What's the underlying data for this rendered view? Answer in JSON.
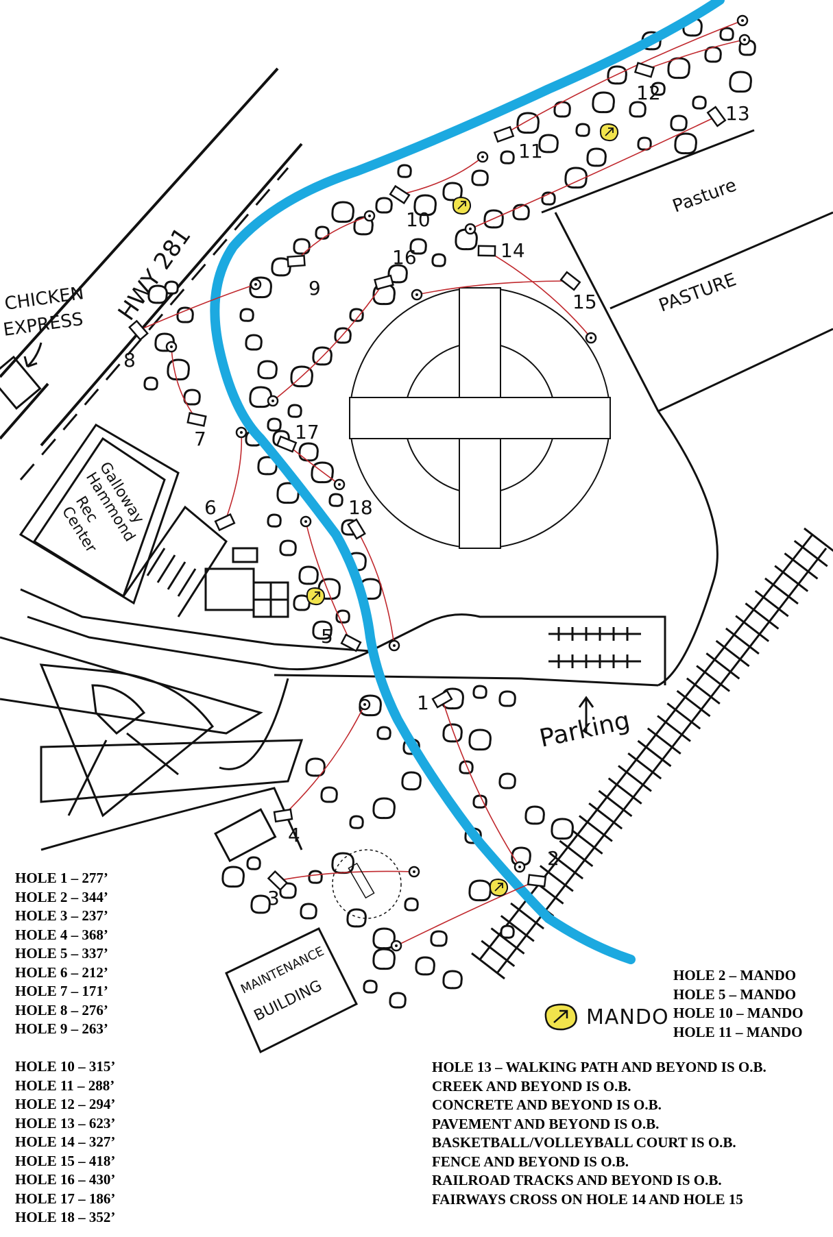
{
  "map": {
    "labels": {
      "highway": "HWY 281",
      "restaurant_line1": "CHICKEN",
      "restaurant_line2": "EXPRESS",
      "rec_center_lines": [
        "Galloway",
        "Hammond",
        "Rec",
        "Center"
      ],
      "pasture_1": "Pasture",
      "pasture_2": "PASTURE",
      "parking": "Parking",
      "maintenance_line1": "MAINTENANCE",
      "maintenance_line2": "BUILDING"
    },
    "hole_numbers": [
      "1",
      "2",
      "3",
      "4",
      "5",
      "6",
      "7",
      "8",
      "9",
      "10",
      "11",
      "12",
      "13",
      "14",
      "15",
      "16",
      "17",
      "18"
    ],
    "colors": {
      "creek": "#1ca9e0",
      "fairway": "#c0282d",
      "mando": "#f1e34c",
      "ink": "#111111"
    }
  },
  "legend": {
    "distances_front": [
      "HOLE 1 – 277’",
      "HOLE 2 – 344’",
      "HOLE 3 – 237’",
      "HOLE 4 – 368’",
      "HOLE 5 – 337’",
      "HOLE 6 – 212’",
      "HOLE 7 – 171’",
      "HOLE 8 – 276’",
      "HOLE 9 – 263’"
    ],
    "distances_back": [
      "HOLE 10 – 315’",
      "HOLE 11 – 288’",
      "HOLE 12 – 294’",
      "HOLE 13 – 623’",
      "HOLE 14 – 327’",
      "HOLE 15 – 418’",
      "HOLE 16 – 430’",
      "HOLE 17 – 186’",
      "HOLE 18 – 352’"
    ],
    "mando_label": "MANDO",
    "mando_holes": [
      "HOLE 2 – MANDO",
      "HOLE 5 – MANDO",
      "HOLE 10 – MANDO",
      "HOLE 11 – MANDO"
    ],
    "ob_note_13": "HOLE 13 – WALKING PATH AND BEYOND IS O.B.",
    "ob_rules": [
      "CREEK AND BEYOND IS O.B.",
      "CONCRETE AND BEYOND IS O.B.",
      "PAVEMENT AND BEYOND IS O.B.",
      "BASKETBALL/VOLLEYBALL COURT IS O.B.",
      "FENCE AND BEYOND IS O.B.",
      "RAILROAD TRACKS AND BEYOND IS O.B.",
      "FAIRWAYS CROSS ON HOLE 14 AND HOLE 15"
    ]
  }
}
